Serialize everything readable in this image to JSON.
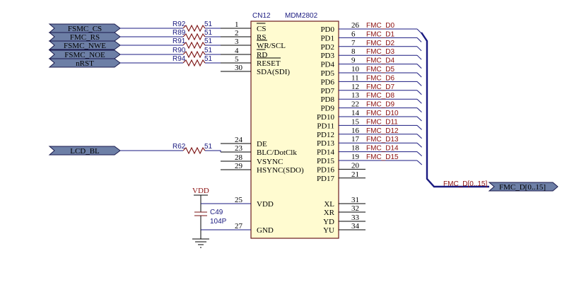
{
  "component": {
    "designator": "CN12",
    "part": "MDM2802",
    "colors": {
      "body": "#fffbd0",
      "outline": "#6b1b1b",
      "wire": "#1a1a80",
      "net_label": "#8b1010",
      "port_fill": "#6d7fa6"
    }
  },
  "left_pins": [
    {
      "num": "1",
      "name": "CS",
      "overbar": true
    },
    {
      "num": "2",
      "name": "RS",
      "overbar": false
    },
    {
      "num": "3",
      "name": "WR/SCL",
      "overbar": true
    },
    {
      "num": "4",
      "name": "RD",
      "overbar": true
    },
    {
      "num": "5",
      "name": "RESET",
      "overbar": true
    },
    {
      "num": "30",
      "name": "SDA(SDI)",
      "overbar": false
    },
    {
      "num": "24",
      "name": "DE",
      "overbar": false
    },
    {
      "num": "23",
      "name": "BLC/DotClk",
      "overbar": false
    },
    {
      "num": "28",
      "name": "VSYNC",
      "overbar": false
    },
    {
      "num": "29",
      "name": "HSYNC(SDO)",
      "overbar": false
    },
    {
      "num": "25",
      "name": "VDD",
      "overbar": false
    },
    {
      "num": "27",
      "name": "GND",
      "overbar": false
    }
  ],
  "right_pins": [
    {
      "num": "26",
      "name": "PD0",
      "net": "FMC_D0"
    },
    {
      "num": "6",
      "name": "PD1",
      "net": "FMC_D1"
    },
    {
      "num": "7",
      "name": "PD2",
      "net": "FMC_D2"
    },
    {
      "num": "8",
      "name": "PD3",
      "net": "FMC_D3"
    },
    {
      "num": "9",
      "name": "PD4",
      "net": "FMC_D4"
    },
    {
      "num": "10",
      "name": "PD5",
      "net": "FMC_D5"
    },
    {
      "num": "11",
      "name": "PD6",
      "net": "FMC_D6"
    },
    {
      "num": "12",
      "name": "PD7",
      "net": "FMC_D7"
    },
    {
      "num": "13",
      "name": "PD8",
      "net": "FMC_D8"
    },
    {
      "num": "22",
      "name": "PD9",
      "net": "FMC_D9"
    },
    {
      "num": "14",
      "name": "PD10",
      "net": "FMC_D10"
    },
    {
      "num": "15",
      "name": "PD11",
      "net": "FMC_D11"
    },
    {
      "num": "16",
      "name": "PD12",
      "net": "FMC_D12"
    },
    {
      "num": "17",
      "name": "PD13",
      "net": "FMC_D13"
    },
    {
      "num": "18",
      "name": "PD14",
      "net": "FMC_D14"
    },
    {
      "num": "19",
      "name": "PD15",
      "net": "FMC_D15"
    },
    {
      "num": "20",
      "name": "PD16",
      "net": ""
    },
    {
      "num": "21",
      "name": "PD17",
      "net": ""
    },
    {
      "num": "31",
      "name": "XL",
      "net": ""
    },
    {
      "num": "32",
      "name": "XR",
      "net": ""
    },
    {
      "num": "33",
      "name": "YD",
      "net": ""
    },
    {
      "num": "34",
      "name": "YU",
      "net": ""
    }
  ],
  "ports": [
    {
      "label": "FSMC_CS",
      "resistor": "R92",
      "value": "51"
    },
    {
      "label": "FMC_RS",
      "resistor": "R89",
      "value": "51"
    },
    {
      "label": "FSMC_NWE",
      "resistor": "R91",
      "value": "51"
    },
    {
      "label": "FSMC_NOE",
      "resistor": "R90",
      "value": "51"
    },
    {
      "label": "nRST",
      "resistor": "R94",
      "value": "51"
    },
    {
      "label": "LCD_BL",
      "resistor": "R62",
      "value": "51"
    }
  ],
  "bus": {
    "net_label": "FMC_D[0..15]",
    "port_label": "FMC_D[0..15]"
  },
  "power": {
    "vdd": "VDD"
  },
  "capacitor": {
    "designator": "C49",
    "value": "104P"
  }
}
